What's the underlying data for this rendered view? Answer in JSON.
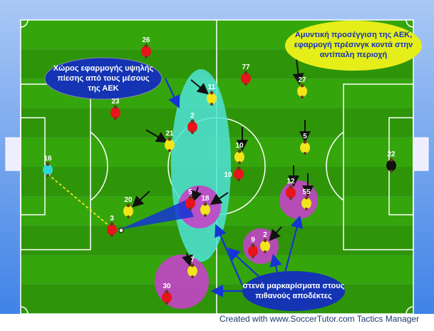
{
  "notes": {
    "top_right": [
      "Αμυντική προσέγγιση της ΑΕΚ,",
      "εφαρμογή πρέσινγκ κοντά στην",
      "αντίπαλη περιοχή"
    ],
    "top_left": [
      "Χώρος εφαρμογής υψηλής",
      "πίεσης από τους μέσους",
      "της ΑΕΚ"
    ],
    "bottom": [
      "στενά μαρκαρίσματα στους",
      "πιθανούς αποδέκτες"
    ]
  },
  "credit": "Created with www.SoccerTutor.com Tactics Manager",
  "colors": {
    "red_team": "#e8141b",
    "yellow_team": "#f2e51a",
    "goalkeeper_left": "#2ed6d6",
    "goalkeeper_right": "#111111",
    "pitch": "#35a50c",
    "pitch_alt": "#2e9509",
    "zone_cyan": "#4fe3d8",
    "zone_magenta": "#c443c8",
    "note_blue": "#1434b4",
    "note_yellow": "#e6ee1a"
  },
  "players": {
    "red": [
      "26",
      "77",
      "23",
      "2",
      "10",
      "12",
      "5",
      "3",
      "9",
      "30"
    ],
    "yellow": [
      "27",
      "11",
      "21",
      "10",
      "5",
      "20",
      "18",
      "55",
      "2",
      "7"
    ],
    "goalkeepers": [
      "16",
      "22"
    ]
  }
}
